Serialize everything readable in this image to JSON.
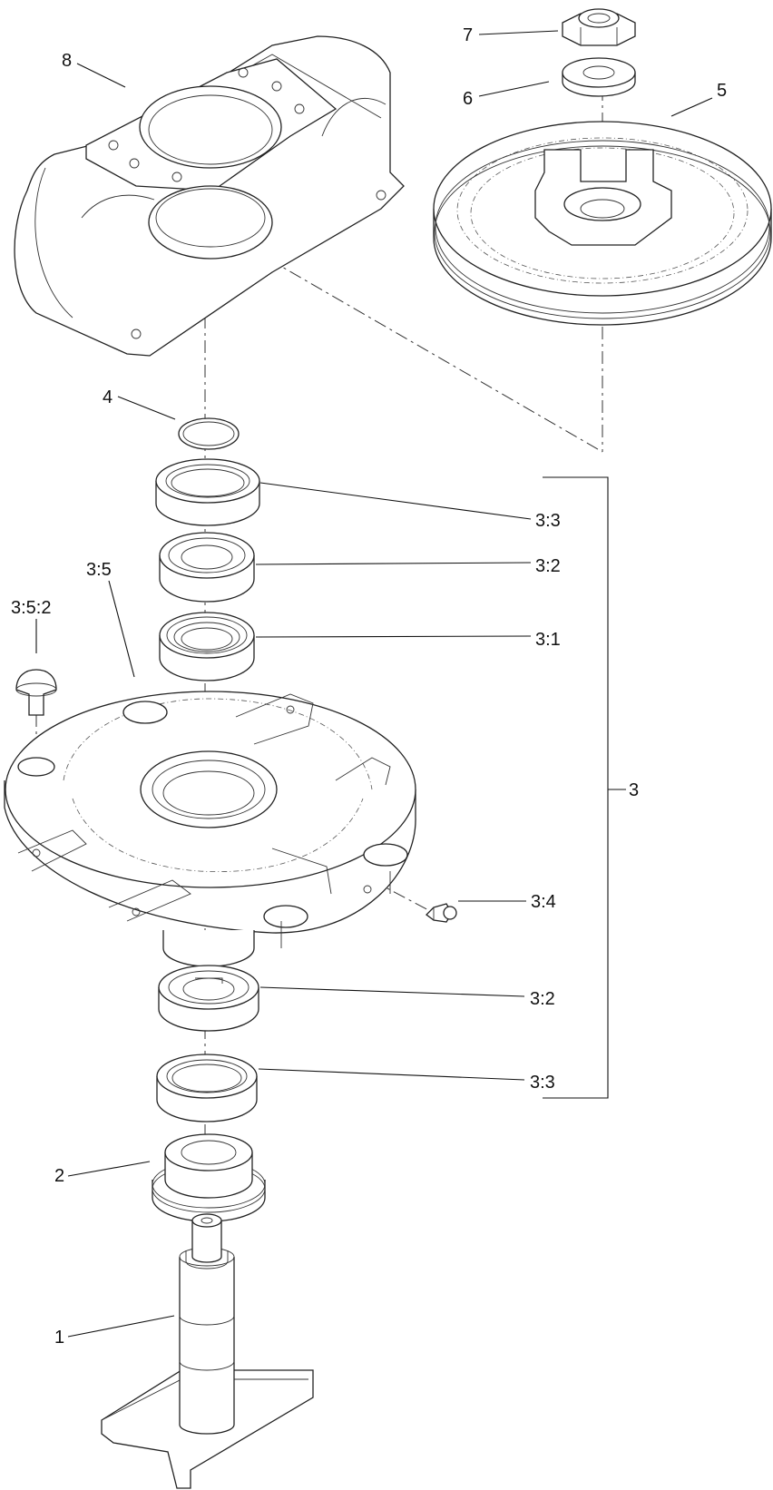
{
  "callouts": {
    "c1": "1",
    "c2": "2",
    "c3": "3",
    "c3_1": "3:1",
    "c3_2_top": "3:2",
    "c3_2_bottom": "3:2",
    "c3_3_top": "3:3",
    "c3_3_bottom": "3:3",
    "c3_4": "3:4",
    "c3_5": "3:5",
    "c3_5_2": "3:5:2",
    "c4": "4",
    "c5": "5",
    "c6": "6",
    "c7": "7",
    "c8": "8"
  },
  "colors": {
    "line": "#222222",
    "background": "#ffffff"
  }
}
